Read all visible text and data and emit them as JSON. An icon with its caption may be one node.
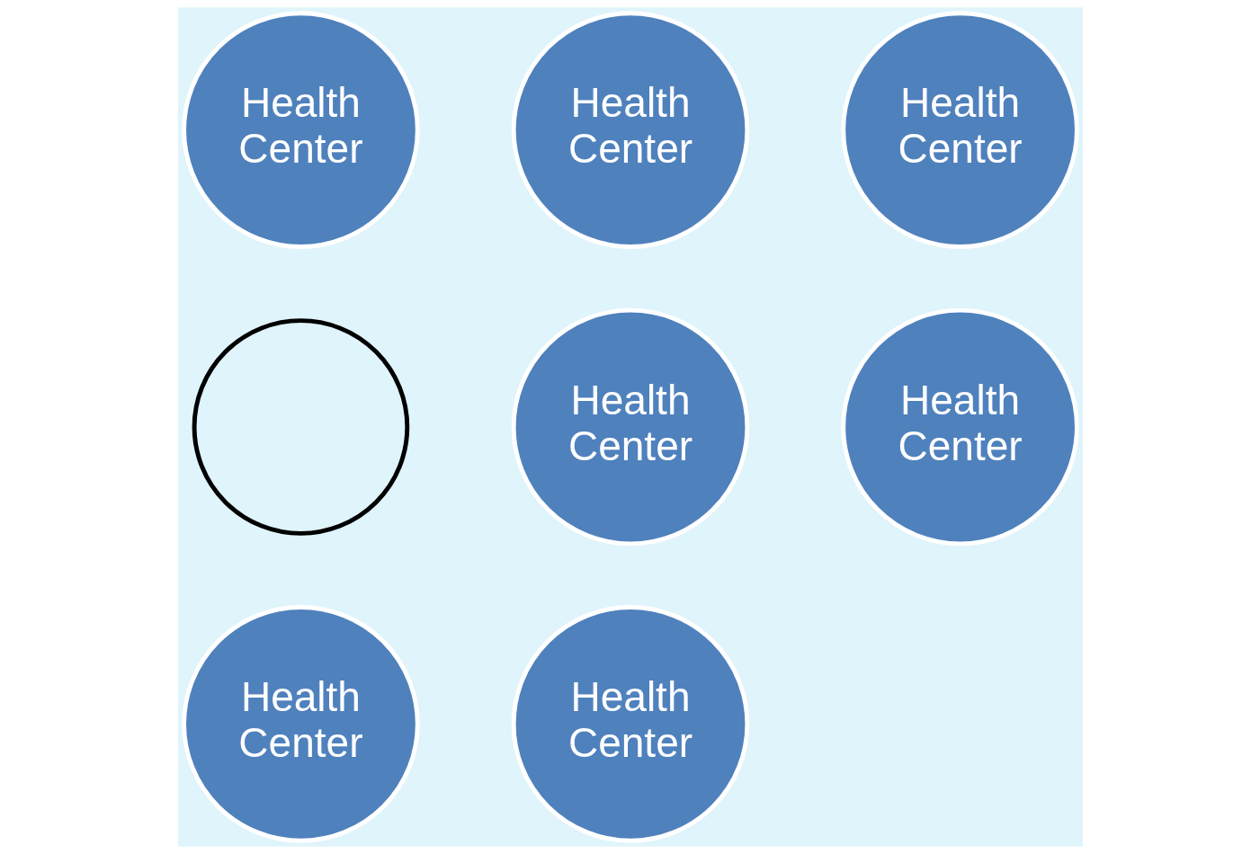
{
  "diagram": {
    "nodes": [
      {
        "text": [
          "Health Center"
        ]
      },
      {
        "text": [
          "Health Center"
        ]
      },
      {
        "text": [
          "Health Center"
        ]
      },
      {
        "text": [
          "Health Center"
        ]
      },
      {
        "text": [],
        "shape": "circle"
      },
      {
        "text": [
          "Health Center"
        ]
      },
      {
        "text": [
          "Health Center"
        ]
      },
      {
        "text": [
          "Health Center"
        ]
      }
    ]
  }
}
